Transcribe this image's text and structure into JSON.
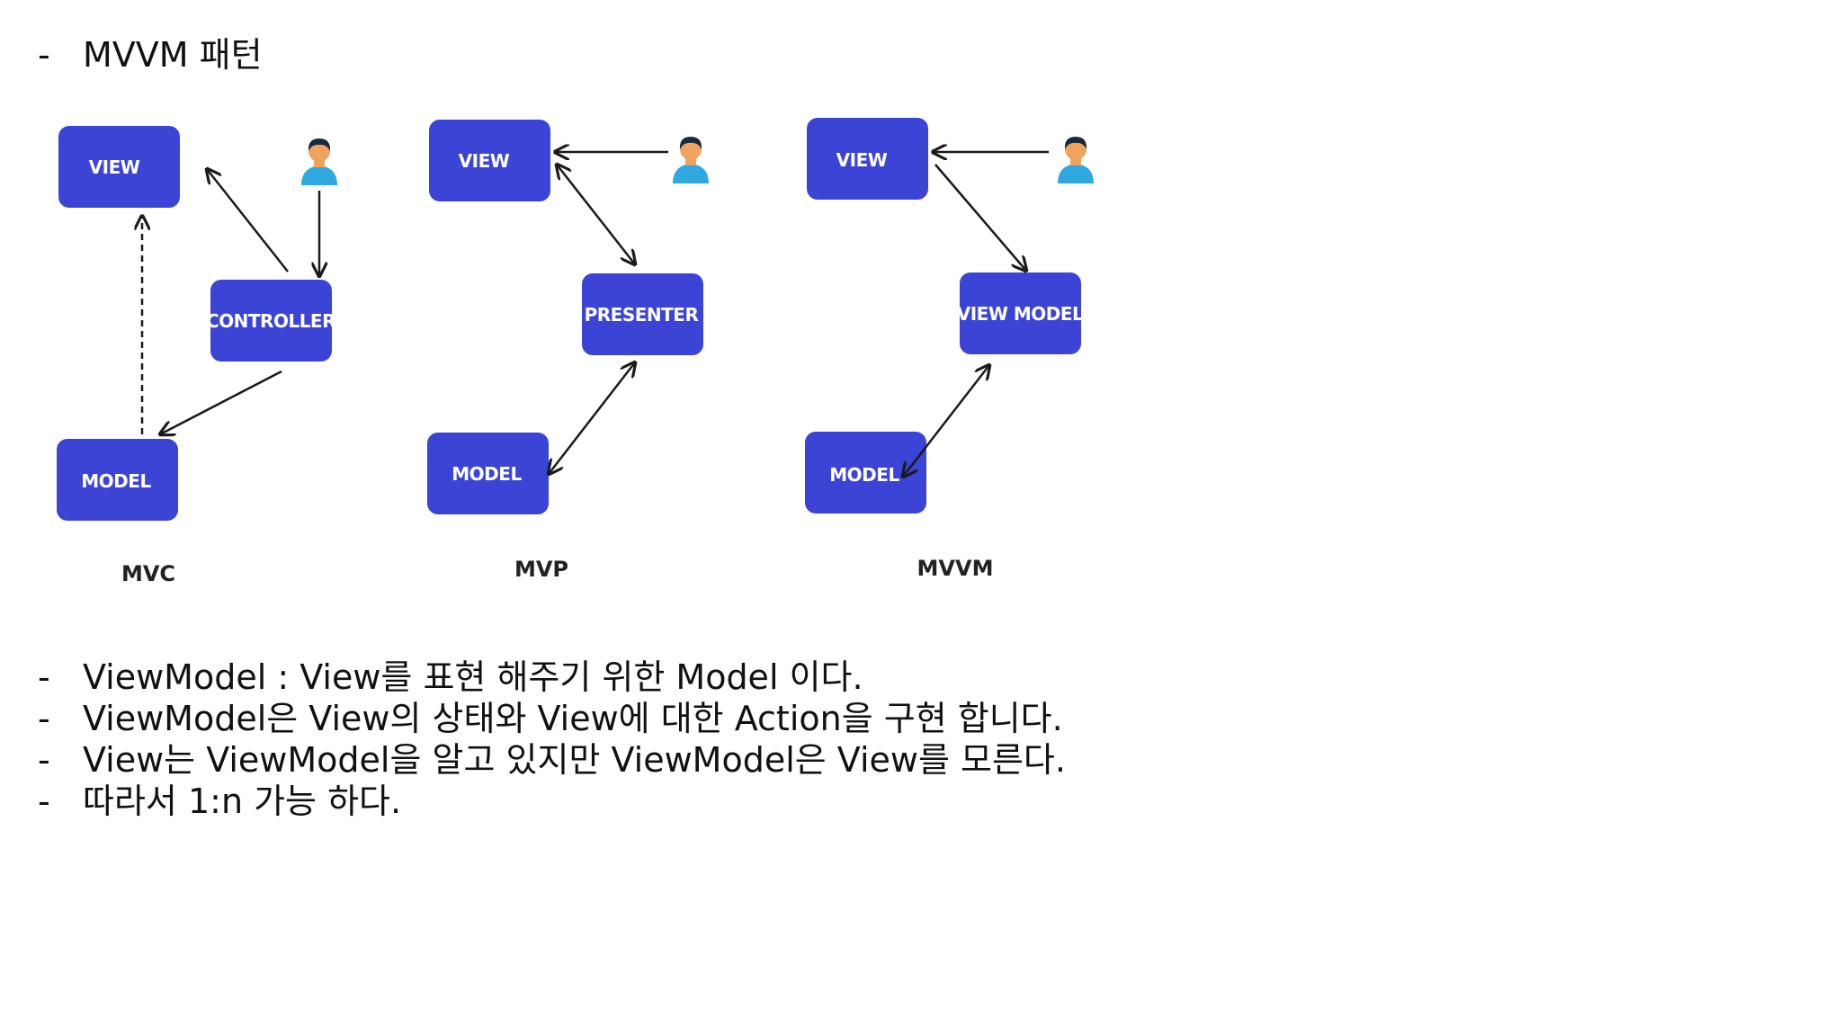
{
  "slide": {
    "title_dash": "-",
    "title": "MVVM 패턴"
  },
  "diagrams": {
    "mvc": {
      "caption": "MVC",
      "view": "VIEW",
      "controller": "CONTROLLER",
      "model": "MODEL"
    },
    "mvp": {
      "caption": "MVP",
      "view": "VIEW",
      "presenter": "PRESENTER",
      "model": "MODEL"
    },
    "mvvm": {
      "caption": "MVVM",
      "view": "VIEW",
      "viewmodel": "VIEW MODEL",
      "model": "MODEL"
    },
    "colors": {
      "box": "#3c44d6",
      "box_text": "#ffffff",
      "user_head": "#f0a35e",
      "user_body": "#2fa8e0",
      "user_hair": "#1b2a3a"
    },
    "icons": [
      "user-icon"
    ]
  },
  "notes": [
    {
      "dash": "-",
      "text": "ViewModel : View를 표현 해주기 위한 Model 이다."
    },
    {
      "dash": "-",
      "text": "ViewModel은 View의 상태와 View에 대한 Action을 구현 합니다."
    },
    {
      "dash": "-",
      "text": "View는 ViewModel을 알고 있지만 ViewModel은 View를 모른다."
    },
    {
      "dash": "-",
      "text": "따라서 1:n 가능 하다."
    }
  ]
}
